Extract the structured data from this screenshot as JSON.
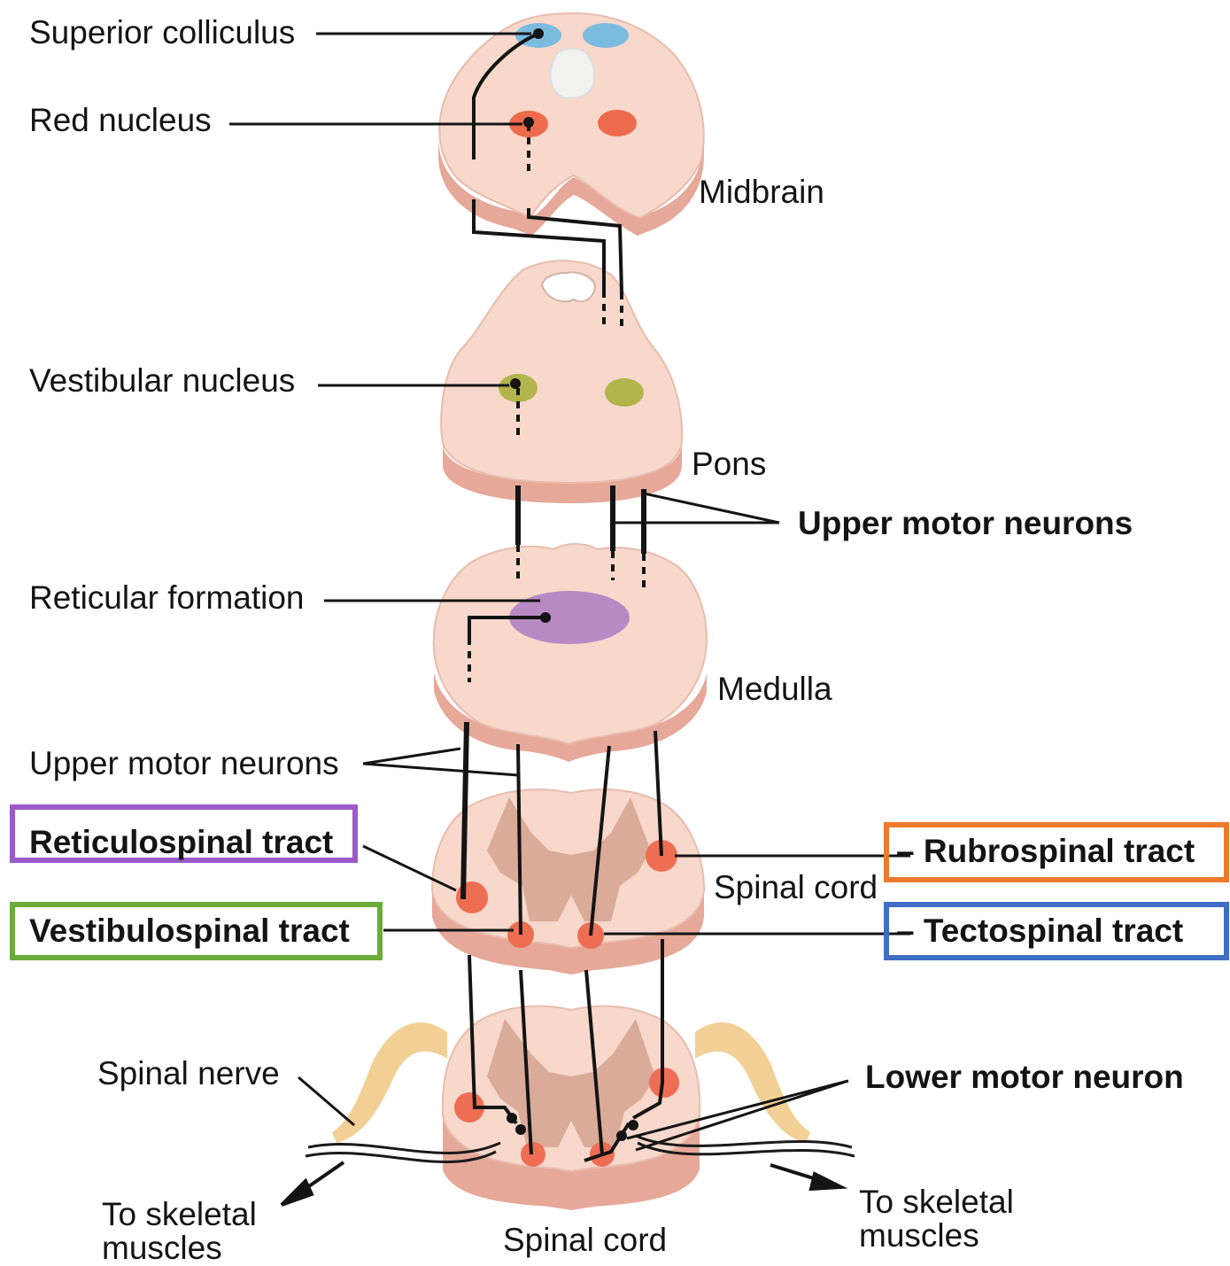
{
  "labels": {
    "superior_colliculus": "Superior colliculus",
    "red_nucleus": "Red nucleus",
    "midbrain": "Midbrain",
    "vestibular_nucleus": "Vestibular nucleus",
    "pons": "Pons",
    "upper_motor_neurons_bold": "Upper motor neurons",
    "reticular_formation": "Reticular formation",
    "medulla": "Medulla",
    "upper_motor_neurons": "Upper motor neurons",
    "spinal_cord_mid": "Spinal cord",
    "spinal_nerve": "Spinal nerve",
    "lower_motor_neuron": "Lower motor neuron",
    "to_skeletal_left_1": "To skeletal",
    "to_skeletal_left_2": "muscles",
    "to_skeletal_right_1": "To skeletal",
    "to_skeletal_right_2": "muscles",
    "spinal_cord_bottom": "Spinal cord"
  },
  "tracts": {
    "reticulospinal": {
      "label": "Reticulospinal tract",
      "color": "#9b59c9"
    },
    "vestibulospinal": {
      "label": "Vestibulospinal tract",
      "color": "#6aab3a"
    },
    "rubrospinal": {
      "label": "Rubrospinal tract",
      "color": "#ec7a2c"
    },
    "tectospinal": {
      "label": "Tectospinal tract",
      "color": "#3f6ec4"
    }
  },
  "colors": {
    "tissue": "#f6d6c9",
    "tissue_side": "#e2a79a",
    "gray_matter": "#d9ab98",
    "superior_colliculus": "#7cbbe0",
    "red_nucleus": "#ee6a4c",
    "vestibular_nucleus": "#b1b54c",
    "reticular_formation": "#b78ac4",
    "nerve": "#f1cf95",
    "tract_spot": "#ee6e54"
  }
}
